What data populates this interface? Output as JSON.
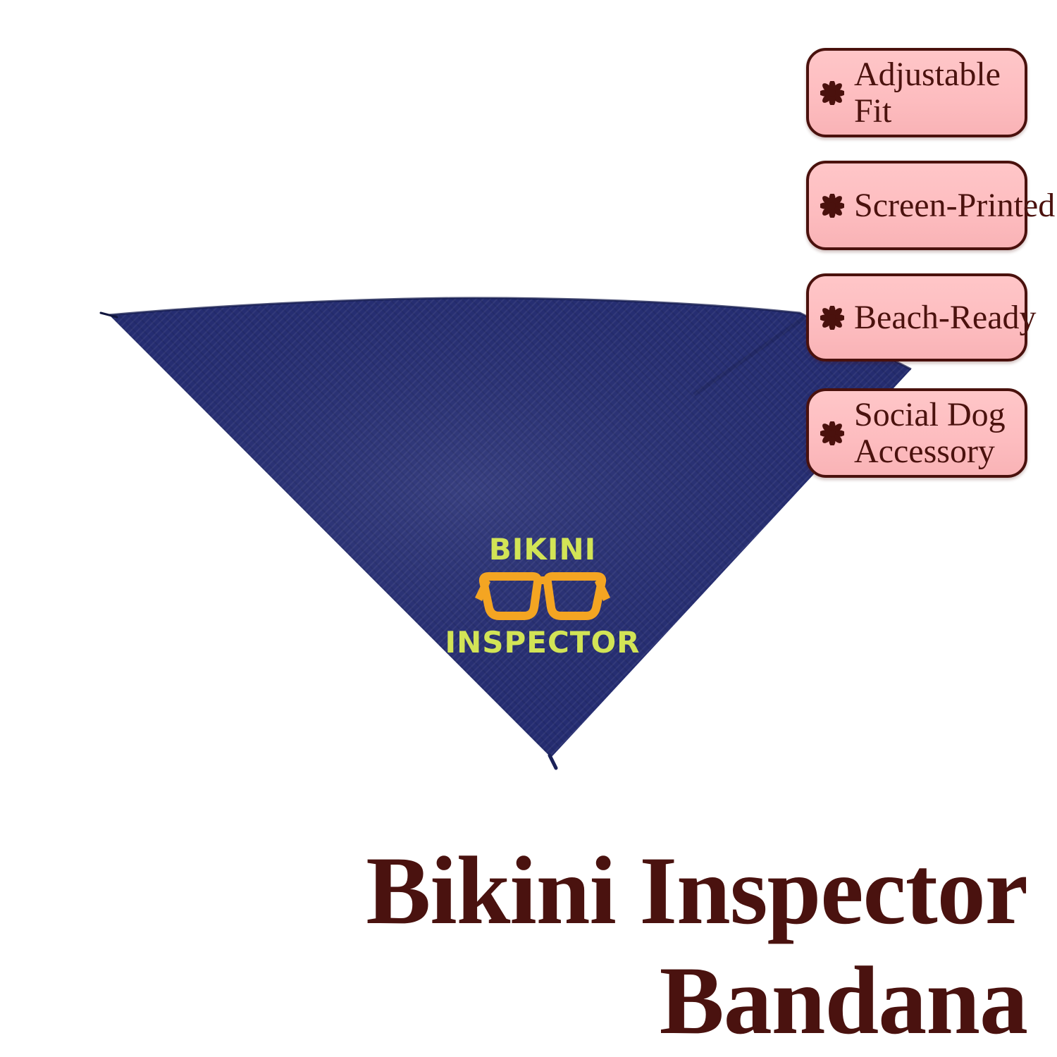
{
  "product": {
    "print": {
      "line1": "BIKINI",
      "line2": "INSPECTOR",
      "graphic": "sunglasses"
    },
    "badges": [
      {
        "icon": "flower-asterisk-icon",
        "lines": [
          "Adjustable",
          "Fit"
        ]
      },
      {
        "icon": "flower-asterisk-icon",
        "lines": [
          "Screen-Printed"
        ]
      },
      {
        "icon": "flower-asterisk-icon",
        "lines": [
          "Beach-Ready"
        ]
      },
      {
        "icon": "flower-asterisk-icon",
        "lines": [
          "Social Dog",
          "Accessory"
        ]
      }
    ],
    "title": {
      "line1": "Bikini Inspector",
      "line2": "Bandana"
    },
    "colors": {
      "bandana_navy": "#262e74",
      "bandana_edge": "#141b4e",
      "print_lime": "#d2e456",
      "print_orange": "#f4a522",
      "badge_pink": "#fdbcbf",
      "badge_border": "#4a110d",
      "badge_text": "#4b120e",
      "title_maroon": "#4a120f",
      "background": "#ffffff"
    }
  }
}
